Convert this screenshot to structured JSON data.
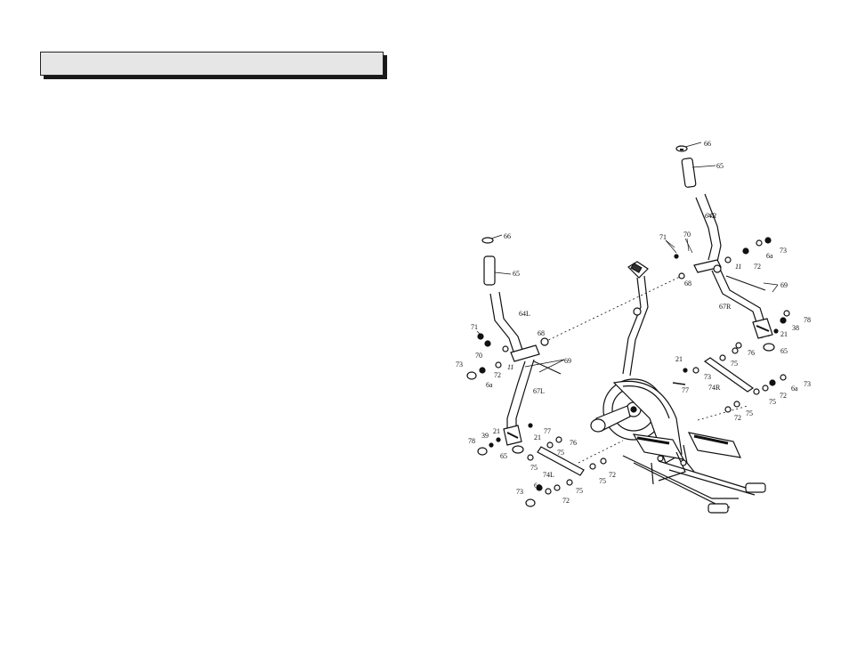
{
  "header": {
    "title": ""
  },
  "diagram": {
    "labels": [
      {
        "id": "l66a",
        "text": "66"
      },
      {
        "id": "l65a",
        "text": "65"
      },
      {
        "id": "l64R",
        "text": "64R"
      },
      {
        "id": "l71a",
        "text": "71"
      },
      {
        "id": "l70a",
        "text": "70"
      },
      {
        "id": "l11a",
        "text": "11"
      },
      {
        "id": "l72a",
        "text": "72"
      },
      {
        "id": "l6aa",
        "text": "6a"
      },
      {
        "id": "l73a",
        "text": "73"
      },
      {
        "id": "l68a",
        "text": "68"
      },
      {
        "id": "l69a",
        "text": "69"
      },
      {
        "id": "l67R",
        "text": "67R"
      },
      {
        "id": "l78a",
        "text": "78"
      },
      {
        "id": "l38a",
        "text": "38"
      },
      {
        "id": "l21a",
        "text": "21"
      },
      {
        "id": "l76a",
        "text": "76"
      },
      {
        "id": "l65b",
        "text": "65"
      },
      {
        "id": "l21b",
        "text": "21"
      },
      {
        "id": "l75a",
        "text": "75"
      },
      {
        "id": "l73b",
        "text": "73"
      },
      {
        "id": "l74R",
        "text": "74R"
      },
      {
        "id": "l77a",
        "text": "77"
      },
      {
        "id": "l72b",
        "text": "72"
      },
      {
        "id": "l6ab",
        "text": "6a"
      },
      {
        "id": "l73c",
        "text": "73"
      },
      {
        "id": "l75b",
        "text": "75"
      },
      {
        "id": "l75c",
        "text": "75"
      },
      {
        "id": "l72c",
        "text": "72"
      },
      {
        "id": "l66b",
        "text": "66"
      },
      {
        "id": "l65c",
        "text": "65"
      },
      {
        "id": "l64L",
        "text": "64L"
      },
      {
        "id": "l71b",
        "text": "71"
      },
      {
        "id": "l68b",
        "text": "68"
      },
      {
        "id": "l70b",
        "text": "70"
      },
      {
        "id": "l69b",
        "text": "69"
      },
      {
        "id": "l11b",
        "text": "11"
      },
      {
        "id": "l72d",
        "text": "72"
      },
      {
        "id": "l73d",
        "text": "73"
      },
      {
        "id": "l6ac",
        "text": "6a"
      },
      {
        "id": "l67L",
        "text": "67L"
      },
      {
        "id": "l77b",
        "text": "77"
      },
      {
        "id": "l21c",
        "text": "21"
      },
      {
        "id": "l39a",
        "text": "39"
      },
      {
        "id": "l21d",
        "text": "21"
      },
      {
        "id": "l78b",
        "text": "78"
      },
      {
        "id": "l76b",
        "text": "76"
      },
      {
        "id": "l75d",
        "text": "75"
      },
      {
        "id": "l65d",
        "text": "65"
      },
      {
        "id": "l75e",
        "text": "75"
      },
      {
        "id": "l74L",
        "text": "74L"
      },
      {
        "id": "l72e",
        "text": "72"
      },
      {
        "id": "l75f",
        "text": "75"
      },
      {
        "id": "l6ad",
        "text": "6a"
      },
      {
        "id": "l75g",
        "text": "75"
      },
      {
        "id": "l73e",
        "text": "73"
      },
      {
        "id": "l72f",
        "text": "72"
      }
    ]
  }
}
